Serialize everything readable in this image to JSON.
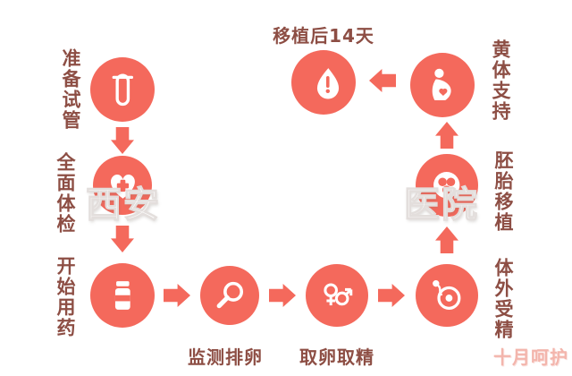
{
  "colors": {
    "circle": "#f4695c",
    "arrow": "#f4695c",
    "label": "#8d4e44",
    "brand_pink": "#f3b5ac",
    "watermark_white": "#ffffff"
  },
  "steps": [
    {
      "id": "prepare-tube",
      "label": "准备试管",
      "icon": "test-tube-icon"
    },
    {
      "id": "full-checkup",
      "label": "全面体检",
      "icon": "heart-checkup-icon"
    },
    {
      "id": "medication",
      "label": "开始用药",
      "icon": "medicine-bottle-icon"
    },
    {
      "id": "monitor-ovulation",
      "label": "监测排卵",
      "icon": "magnifier-icon"
    },
    {
      "id": "egg-sperm-retrieval",
      "label": "取卵取精",
      "icon": "gender-symbols-icon"
    },
    {
      "id": "ivf",
      "label": "体外受精",
      "icon": "fertilization-icon"
    },
    {
      "id": "embryo-transfer",
      "label": "胚胎移植",
      "icon": "embryo-icon"
    },
    {
      "id": "luteal-support",
      "label": "黄体支持",
      "icon": "pregnant-woman-icon"
    },
    {
      "id": "day14-test",
      "label": "移植后14天",
      "icon": "blood-drop-icon"
    }
  ],
  "watermark": {
    "left_text": "西安",
    "right_text": "医院",
    "brand_text": "十月呵护"
  }
}
